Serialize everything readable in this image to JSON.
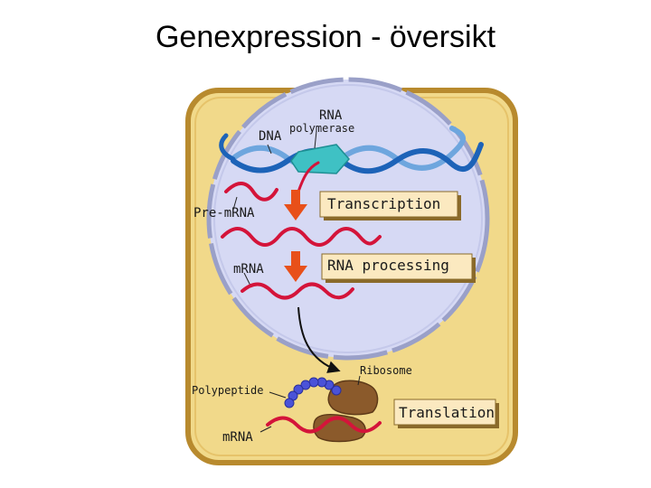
{
  "title": "Genexpression - översikt",
  "labels": {
    "rna_polymerase_line1": "RNA",
    "rna_polymerase_line2": "polymerase",
    "dna": "DNA",
    "pre_mrna": "Pre-mRNA",
    "mrna_nucleus": "mRNA",
    "ribosome": "Ribosome",
    "polypeptide": "Polypeptide",
    "mrna_cytoplasm": "mRNA"
  },
  "steps": {
    "transcription": "Transcription",
    "rna_processing": "RNA processing",
    "translation": "Translation"
  },
  "colors": {
    "cell_fill": "#f1d98a",
    "cell_border": "#b88a2e",
    "nucleus_fill": "#d6d9f4",
    "nucleus_border": "#9aa0c8",
    "dna_blue": "#1d63b8",
    "rna_red": "#d4143a",
    "arrow_orange": "#e8501a",
    "box_fill": "#fbe9c0",
    "box_shadow": "#8a6a2a",
    "ribosome_brown": "#8b5a2b",
    "polypeptide_blue": "#4a52d8",
    "polymerase_teal": "#3fc1c4"
  }
}
